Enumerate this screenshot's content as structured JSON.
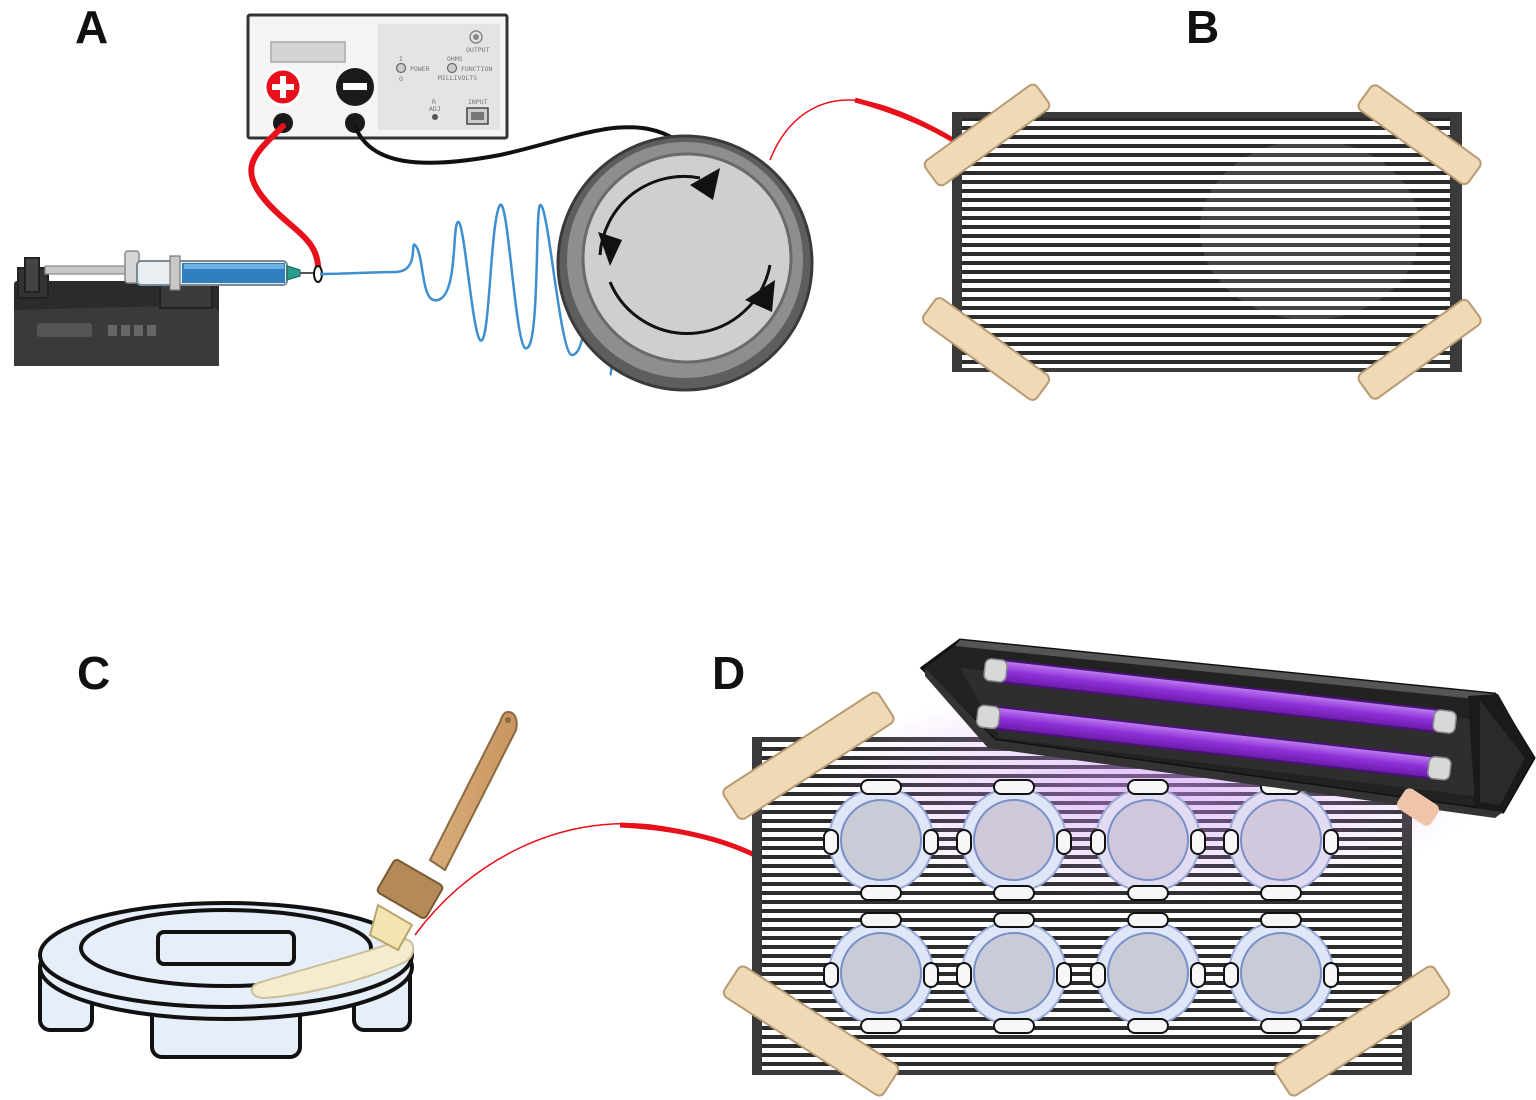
{
  "panels": {
    "a": {
      "label": "A"
    },
    "b": {
      "label": "B"
    },
    "c": {
      "label": "C"
    },
    "d": {
      "label": "D"
    }
  },
  "power_supply": {
    "output": "OUTPUT",
    "ohms": "OHMS",
    "power": "POWER",
    "function": "FUNCTION",
    "millivolts": "MILLIVOLTS",
    "r_adj_line1": "R",
    "r_adj_line2": "ADJ",
    "input": "INPUT",
    "switch_on": "I",
    "switch_off": "O"
  },
  "colors": {
    "positive_lead": "#e8101a",
    "negative_lead": "#111111",
    "polymer_jet": "#3d8fcf",
    "syringe_fluid": "#2f7fc1",
    "arrow_red": "#e8101a",
    "tape": "#f0d9b5",
    "uv_light": "#8a2be2",
    "scaffold_dark": "#3a3a3a",
    "cell_well": "#c9cfe0"
  },
  "icons": [
    "plus-icon",
    "minus-icon",
    "rotation-arrow-icon",
    "transfer-arrow-icon"
  ]
}
